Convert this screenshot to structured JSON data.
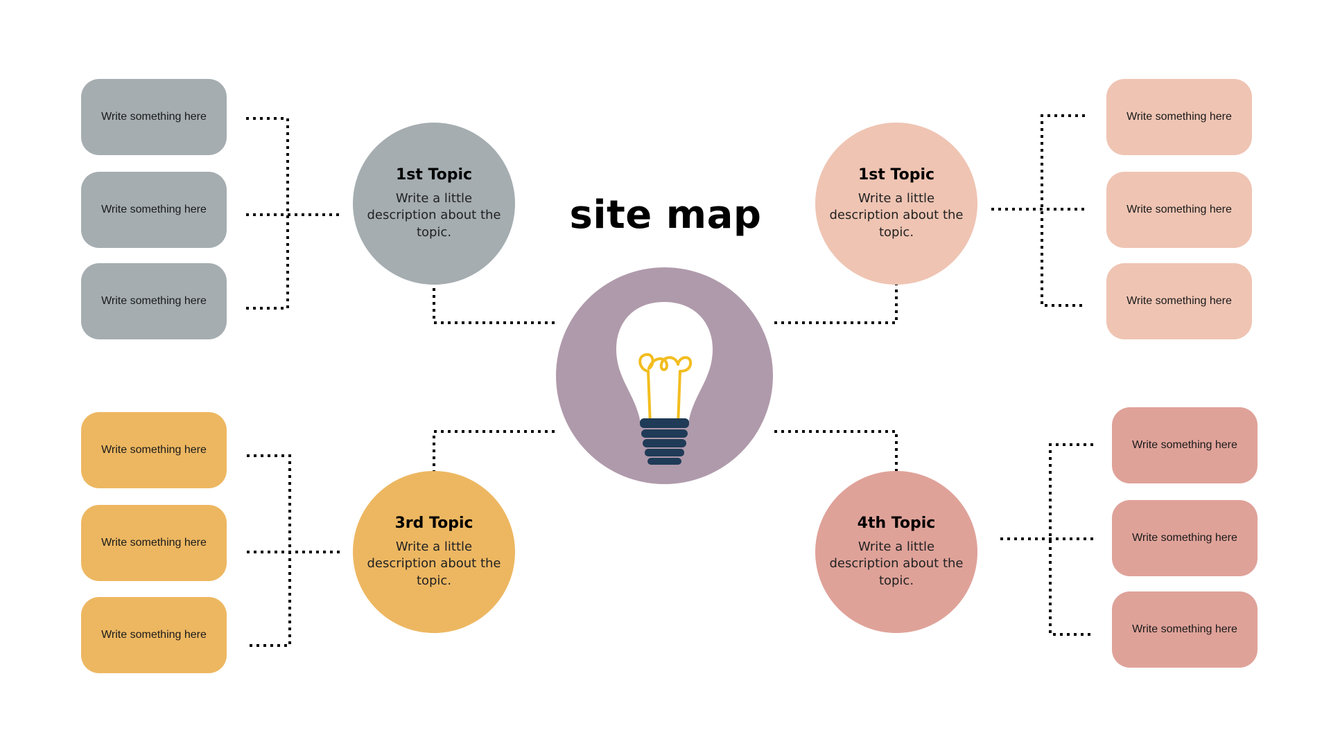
{
  "title": "site map",
  "topics": {
    "top_left": {
      "title": "1st Topic",
      "description": "Write a little description about the topic."
    },
    "top_right": {
      "title": "1st Topic",
      "description": "Write a little description about the topic."
    },
    "bottom_left": {
      "title": "3rd Topic",
      "description": "Write a little description about the topic."
    },
    "bottom_right": {
      "title": "4th Topic",
      "description": "Write a little description about the topic."
    }
  },
  "boxes": {
    "top_left": [
      "Write something here",
      "Write something here",
      "Write something here"
    ],
    "top_right": [
      "Write something here",
      "Write something here",
      "Write something here"
    ],
    "bottom_left": [
      "Write something here",
      "Write something here",
      "Write something here"
    ],
    "bottom_right": [
      "Write something here",
      "Write something here",
      "Write something here"
    ]
  },
  "colors": {
    "grey": "#a5adb0",
    "peach": "#efc4b3",
    "yellow": "#edb761",
    "rose": "#dfa299",
    "hub": "#af9aab",
    "bulb_filament": "#f2bd1f",
    "bulb_base": "#1f3b57"
  },
  "icons": {
    "hub": "lightbulb-icon"
  }
}
